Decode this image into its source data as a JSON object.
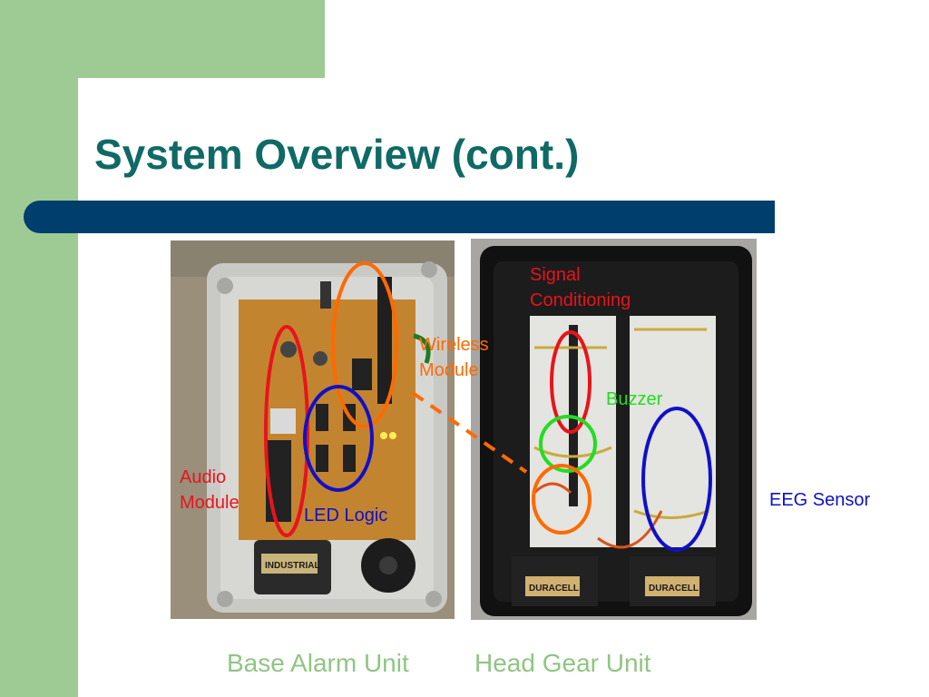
{
  "slide": {
    "title": "System Overview (cont.)",
    "captions": {
      "left": "Base Alarm Unit",
      "right": "Head Gear Unit"
    }
  },
  "annotations": {
    "audio_module": [
      "Audio",
      "Module"
    ],
    "led_logic": "LED Logic",
    "wireless_module": [
      "Wireless",
      "Module"
    ],
    "signal_conditioning": [
      "Signal",
      "Conditioning"
    ],
    "buzzer": "Buzzer",
    "eeg_sensor": "EEG Sensor"
  },
  "battery_labels": {
    "left": "INDUSTRIAL",
    "right_1": "DURACELL",
    "right_2": "DURACELL"
  },
  "colors": {
    "title": "#0f6a66",
    "bar": "#003e6e",
    "accent_green": "#9dcb93",
    "caption": "#8fc583",
    "red": "#e8141b",
    "orange": "#ff6a00",
    "blue": "#1010c8",
    "green": "#22dd22"
  }
}
